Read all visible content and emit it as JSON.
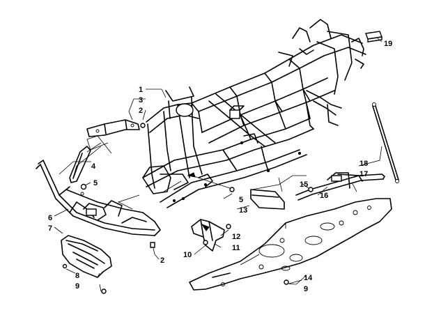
{
  "callouts": {
    "c1": "1",
    "c2a": "2",
    "c2b": "2",
    "c3": "3",
    "c4": "4",
    "c5a": "5",
    "c5b": "5",
    "c6": "6",
    "c7": "7",
    "c8": "8",
    "c9a": "9",
    "c9b": "9",
    "c10": "10",
    "c11": "11",
    "c12": "12",
    "c13": "13",
    "c14": "14",
    "c15": "15",
    "c16": "16",
    "c17": "17",
    "c18": "18",
    "c19": "19"
  }
}
